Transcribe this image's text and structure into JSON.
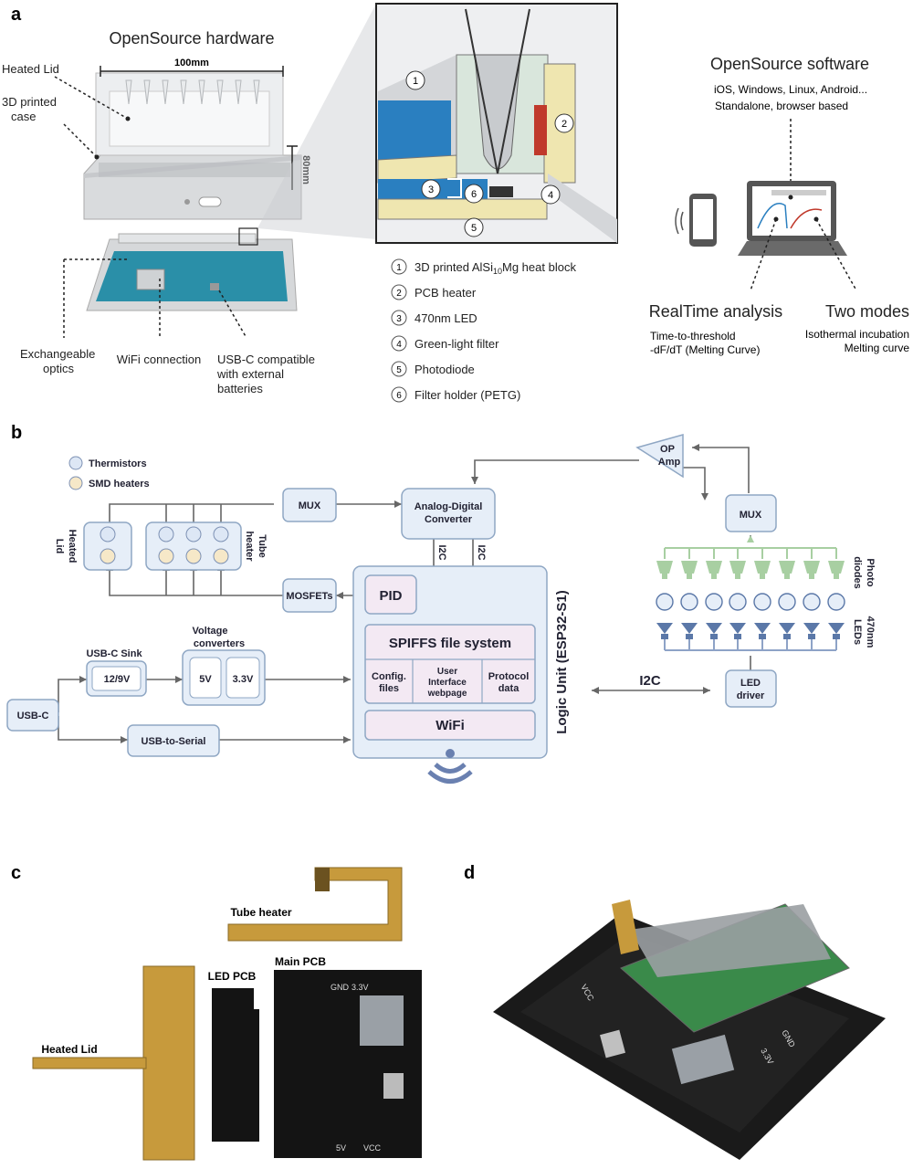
{
  "panels": {
    "a": "a",
    "b": "b",
    "c": "c",
    "d": "d"
  },
  "panel_a": {
    "hardware_title": "OpenSource hardware",
    "heated_lid": "Heated Lid",
    "case_line1": "3D printed",
    "case_line2": "case",
    "width_dim": "100mm",
    "height_dim": "80mm",
    "optics_line1": "Exchangeable",
    "optics_line2": "optics",
    "wifi": "WiFi connection",
    "usb_line1": "USB-C compatible",
    "usb_line2": "with external",
    "usb_line3": "batteries",
    "zoom_numbers": [
      "1",
      "2",
      "3",
      "4",
      "5",
      "6"
    ],
    "legend": [
      {
        "num": "1",
        "text_pre": "3D printed AlSi",
        "sub": "10",
        "text_post": "Mg heat block"
      },
      {
        "num": "2",
        "text_pre": "PCB heater",
        "sub": "",
        "text_post": ""
      },
      {
        "num": "3",
        "text_pre": "470nm LED",
        "sub": "",
        "text_post": ""
      },
      {
        "num": "4",
        "text_pre": "Green-light filter",
        "sub": "",
        "text_post": ""
      },
      {
        "num": "5",
        "text_pre": "Photodiode",
        "sub": "",
        "text_post": ""
      },
      {
        "num": "6",
        "text_pre": "Filter holder (PETG)",
        "sub": "",
        "text_post": ""
      }
    ],
    "software_title": "OpenSource software",
    "software_line1": "iOS, Windows, Linux, Android...",
    "software_line2": "Standalone, browser based",
    "realtime_title": "RealTime analysis",
    "realtime_line1": "Time-to-threshold",
    "realtime_line2": "-dF/dT (Melting Curve)",
    "modes_title": "Two modes",
    "modes_line1": "Isothermal incubation",
    "modes_line2": "Melting curve"
  },
  "panel_b": {
    "thermistors": "Thermistors",
    "smd_heaters": "SMD heaters",
    "heated_lid_1": "Heated",
    "heated_lid_2": "Lid",
    "tube_heater_1": "Tube",
    "tube_heater_2": "heater",
    "mux_left": "MUX",
    "adc_1": "Analog-Digital",
    "adc_2": "Converter",
    "i2c_a": "I2C",
    "i2c_b": "I2C",
    "op_1": "OP",
    "op_2": "Amp",
    "mux_right": "MUX",
    "photo_1": "Photo",
    "photo_2": "diodes",
    "led_1": "470nm",
    "led_2": "LEDs",
    "mosfets": "MOSFETs",
    "pid": "PID",
    "voltage_1": "Voltage",
    "voltage_2": "converters",
    "v5": "5V",
    "v33": "3.3V",
    "usbc_sink": "USB-C Sink",
    "v129": "12/9V",
    "usbc": "USB-C",
    "usb_serial": "USB-to-Serial",
    "spiffs": "SPIFFS file system",
    "config_1": "Config.",
    "config_2": "files",
    "ui_1": "User",
    "ui_2": "Interface",
    "ui_3": "webpage",
    "protocol_1": "Protocol",
    "protocol_2": "data",
    "wifi": "WiFi",
    "logic_unit": "Logic Unit (ESP32-S1)",
    "i2c_main": "I2C",
    "led_driver_1": "LED",
    "led_driver_2": "driver"
  },
  "panel_c": {
    "tube_heater": "Tube heater",
    "led_pcb": "LED PCB",
    "main_pcb": "Main PCB",
    "heated_lid": "Heated Lid",
    "gnd": "GND",
    "v33": "3.3V",
    "vcc": "VCC",
    "v5": "5V"
  },
  "panel_d": {
    "vcc": "VCC",
    "gnd": "GND",
    "v33": "3.3V"
  },
  "colors": {
    "box_fill": "#e6eef8",
    "box_stroke": "#8fa7c4",
    "pcb_teal": "#2a8fa8",
    "flex_gold": "#c79a3c",
    "led_blue": "#5b78a8",
    "photodiode_green": "#a8cfa2"
  }
}
